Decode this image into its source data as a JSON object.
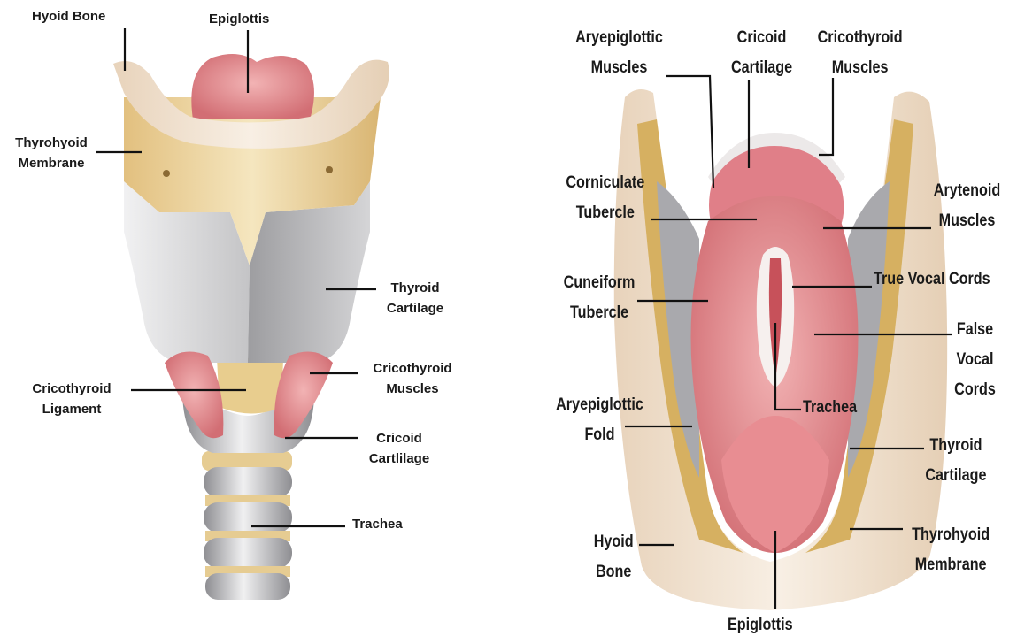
{
  "colors": {
    "bone": "#f3e6d6",
    "cartilage_grey": "#c9c9cb",
    "membrane_tan": "#e1c486",
    "muscle_pink": "#e28f96",
    "epiglottis_pink": "#dd7a7e",
    "label_text": "#1a1a1a"
  },
  "left_view": {
    "hyoid_bone": "Hyoid Bone",
    "epiglottis": "Epiglottis",
    "thyrohyoid_membrane": [
      "Thyrohyoid",
      "Membrane"
    ],
    "thyroid_cartilage": [
      "Thyroid",
      "Cartilage"
    ],
    "cricothyroid_muscles": [
      "Cricothyroid",
      "Muscles"
    ],
    "cricothyroid_ligament": [
      "Cricothyroid",
      "Ligament"
    ],
    "cricoid_cartilage": [
      "Cricoid",
      "Cartlilage"
    ],
    "trachea": "Trachea"
  },
  "right_view": {
    "aryepiglottic_muscles": [
      "Aryepiglottic",
      "Muscles"
    ],
    "cricoid_cartilage": [
      "Cricoid",
      "Cartilage"
    ],
    "cricothyroid_muscles": [
      "Cricothyroid",
      "Muscles"
    ],
    "corniculate_tubercle": [
      "Corniculate",
      "Tubercle"
    ],
    "arytenoid_muscles": [
      "Arytenoid",
      "Muscles"
    ],
    "cuneiform_tubercle": [
      "Cuneiform",
      "Tubercle"
    ],
    "true_vocal_cords": "True Vocal Cords",
    "false_vocal_cords": [
      "False",
      "Vocal",
      "Cords"
    ],
    "aryepiglottic_fold": [
      "Aryepiglottic",
      "Fold"
    ],
    "trachea": "Trachea",
    "thyroid_cartilage": [
      "Thyroid",
      "Cartilage"
    ],
    "hyoid_bone": [
      "Hyoid",
      "Bone"
    ],
    "thyrohyoid_membrane": [
      "Thyrohyoid",
      "Membrane"
    ],
    "epiglottis": "Epiglottis"
  }
}
